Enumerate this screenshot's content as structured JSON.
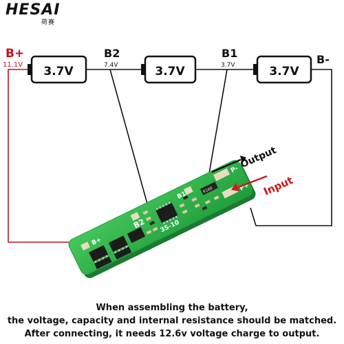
{
  "logo": {
    "main": "HESAI",
    "sub": "荷赛"
  },
  "cells": [
    {
      "id": "cell-1",
      "label": "3.7V"
    },
    {
      "id": "cell-2",
      "label": "3.7V"
    },
    {
      "id": "cell-3",
      "label": "3.7V"
    }
  ],
  "terminals": {
    "b_plus": {
      "label": "B+",
      "voltage": "11.1V"
    },
    "b2": {
      "label": "B2",
      "voltage": "7.4V"
    },
    "b1": {
      "label": "B1",
      "voltage": "3.7V"
    },
    "b_minus": {
      "label": "B-"
    }
  },
  "board": {
    "pad_b_plus": "B+",
    "pad_b2": "B2",
    "pad_b1": "B1",
    "pad_p_minus": "P-",
    "pad_p_plus": "P+",
    "silk": "3S-10",
    "chip_mark": "R100"
  },
  "arrows": {
    "output": "Output",
    "input": "Input"
  },
  "colors": {
    "wire_red": "#c1121f",
    "wire_black": "#111111",
    "pcb_green": "#2fb34a",
    "pcb_dark": "#1f8f36",
    "arrow_red": "#d01818"
  },
  "caption": [
    "When assembling the battery,",
    "the voltage, capacity and internal resistance should be matched.",
    "After connecting, it needs 12.6v voltage charge to output."
  ]
}
